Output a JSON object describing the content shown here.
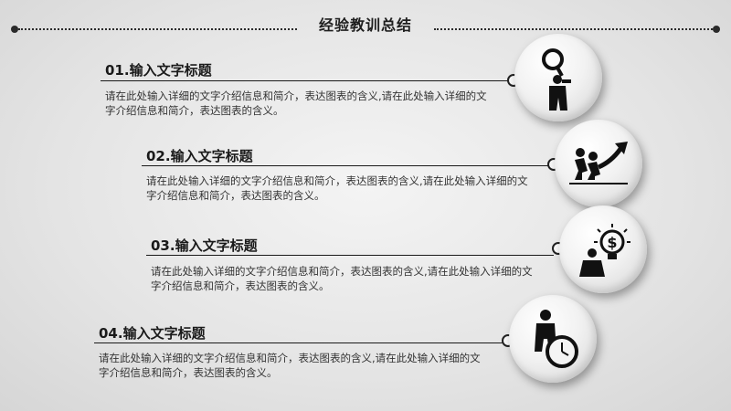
{
  "header": {
    "title": "经验教训总结"
  },
  "items": [
    {
      "title": "01.输入文字标题",
      "text": "请在此处输入详细的文字介绍信息和简介，表达图表的含义,请在此处输入详细的文字介绍信息和简介，表达图表的含义。",
      "icon": "magnifier-businessman-icon"
    },
    {
      "title": "02.输入文字标题",
      "text": "请在此处输入详细的文字介绍信息和简介，表达图表的含义,请在此处输入详细的文字介绍信息和简介，表达图表的含义。",
      "icon": "pulling-arrow-icon"
    },
    {
      "title": "03.输入文字标题",
      "text": "请在此处输入详细的文字介绍信息和简介，表达图表的含义,请在此处输入详细的文字介绍信息和简介，表达图表的含义。",
      "icon": "idea-lightbulb-dollar-icon"
    },
    {
      "title": "04.输入文字标题",
      "text": "请在此处输入详细的文字介绍信息和简介，表达图表的含义,请在此处输入详细的文字介绍信息和简介，表达图表的含义。",
      "icon": "businessman-clock-icon"
    }
  ]
}
